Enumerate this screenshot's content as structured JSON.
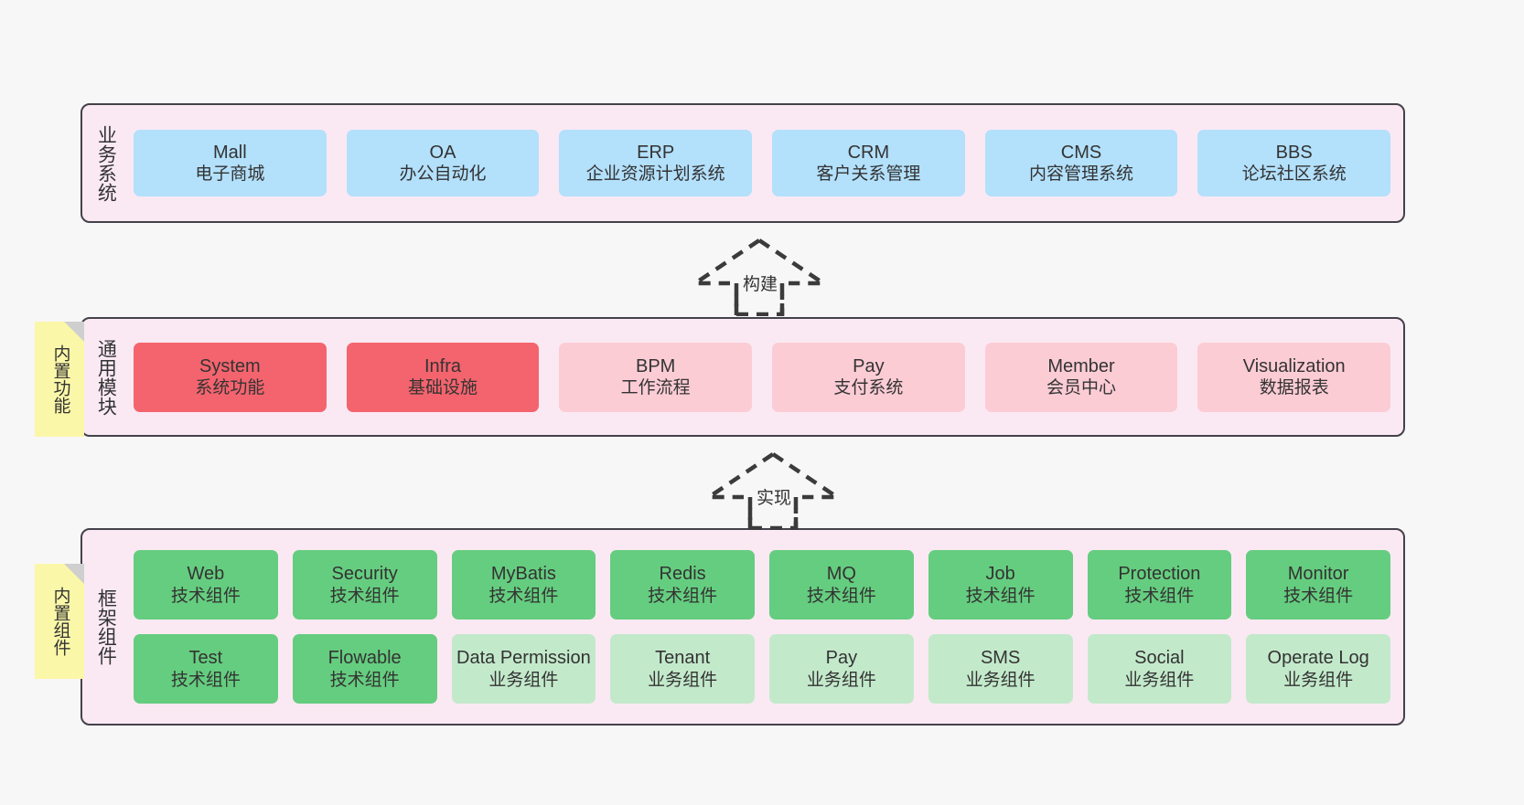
{
  "diagram": {
    "title_internal": "技术架构分层图",
    "background_color": "#f7f7f7",
    "panel_color": "#fae9f3",
    "panel_border_color": "#44414b"
  },
  "layers": [
    {
      "id": "business-system",
      "title": "业务系统",
      "rows": [
        [
          {
            "en": "Mall",
            "cn": "电子商城",
            "style": "n-blue"
          },
          {
            "en": "OA",
            "cn": "办公自动化",
            "style": "n-blue"
          },
          {
            "en": "ERP",
            "cn": "企业资源计划系统",
            "style": "n-blue"
          },
          {
            "en": "CRM",
            "cn": "客户关系管理",
            "style": "n-blue"
          },
          {
            "en": "CMS",
            "cn": "内容管理系统",
            "style": "n-blue"
          },
          {
            "en": "BBS",
            "cn": "论坛社区系统",
            "style": "n-blue"
          }
        ]
      ]
    },
    {
      "id": "common-module",
      "title": "通用模块",
      "note": "内置功能",
      "rows": [
        [
          {
            "en": "System",
            "cn": "系统功能",
            "style": "n-red"
          },
          {
            "en": "Infra",
            "cn": "基础设施",
            "style": "n-red"
          },
          {
            "en": "BPM",
            "cn": "工作流程",
            "style": "n-pink"
          },
          {
            "en": "Pay",
            "cn": "支付系统",
            "style": "n-pink"
          },
          {
            "en": "Member",
            "cn": "会员中心",
            "style": "n-pink"
          },
          {
            "en": "Visualization",
            "cn": "数据报表",
            "style": "n-pink"
          }
        ]
      ]
    },
    {
      "id": "framework-component",
      "title": "框架组件",
      "note": "内置组件",
      "rows": [
        [
          {
            "en": "Web",
            "cn": "技术组件",
            "style": "n-green"
          },
          {
            "en": "Security",
            "cn": "技术组件",
            "style": "n-green"
          },
          {
            "en": "MyBatis",
            "cn": "技术组件",
            "style": "n-green"
          },
          {
            "en": "Redis",
            "cn": "技术组件",
            "style": "n-green"
          },
          {
            "en": "MQ",
            "cn": "技术组件",
            "style": "n-green"
          },
          {
            "en": "Job",
            "cn": "技术组件",
            "style": "n-green"
          },
          {
            "en": "Protection",
            "cn": "技术组件",
            "style": "n-green"
          },
          {
            "en": "Monitor",
            "cn": "技术组件",
            "style": "n-green"
          }
        ],
        [
          {
            "en": "Test",
            "cn": "技术组件",
            "style": "n-green"
          },
          {
            "en": "Flowable",
            "cn": "技术组件",
            "style": "n-green"
          },
          {
            "en": "Data Permission",
            "cn": "业务组件",
            "style": "n-lightgreen"
          },
          {
            "en": "Tenant",
            "cn": "业务组件",
            "style": "n-lightgreen"
          },
          {
            "en": "Pay",
            "cn": "业务组件",
            "style": "n-lightgreen"
          },
          {
            "en": "SMS",
            "cn": "业务组件",
            "style": "n-lightgreen"
          },
          {
            "en": "Social",
            "cn": "业务组件",
            "style": "n-lightgreen"
          },
          {
            "en": "Operate Log",
            "cn": "业务组件",
            "style": "n-lightgreen"
          }
        ]
      ]
    }
  ],
  "arrows": [
    {
      "id": "arrow-build",
      "label": "构建",
      "from": "common-module",
      "to": "business-system"
    },
    {
      "id": "arrow-implement",
      "label": "实现",
      "from": "framework-component",
      "to": "common-module"
    }
  ]
}
